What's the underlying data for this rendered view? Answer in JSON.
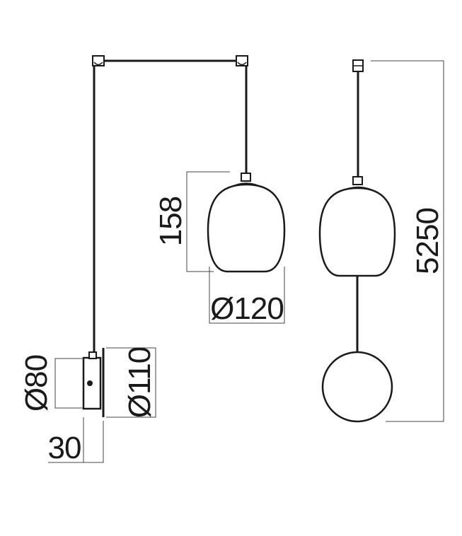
{
  "dimensions": {
    "shade_height": "158",
    "shade_diameter": "Ø120",
    "canopy_diameter": "Ø80",
    "plate_diameter": "Ø110",
    "depth": "30",
    "total_length": "5250"
  },
  "colors": {
    "line": "#1a1a1a",
    "dimension_line": "#444444",
    "background": "#ffffff"
  }
}
